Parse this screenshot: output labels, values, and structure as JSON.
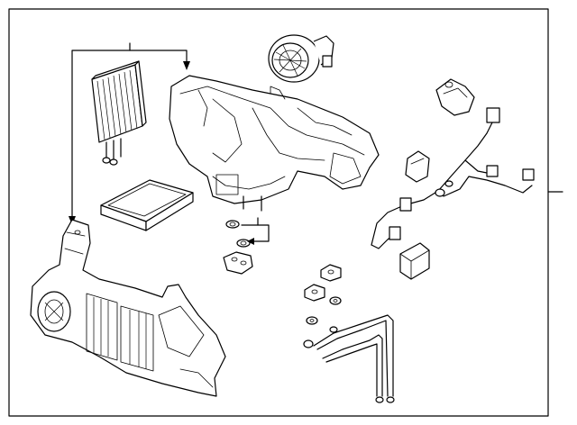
{
  "diagram": {
    "frame_color": "#000000",
    "background": "#ffffff",
    "parts": [
      "evaporator-core",
      "blower-motor",
      "upper-hvac-case",
      "cabin-filter",
      "lower-hvac-case",
      "gaskets",
      "grommet",
      "wiring-harness",
      "actuator",
      "control-module",
      "refrigerant-lines",
      "mounting-clips"
    ]
  }
}
